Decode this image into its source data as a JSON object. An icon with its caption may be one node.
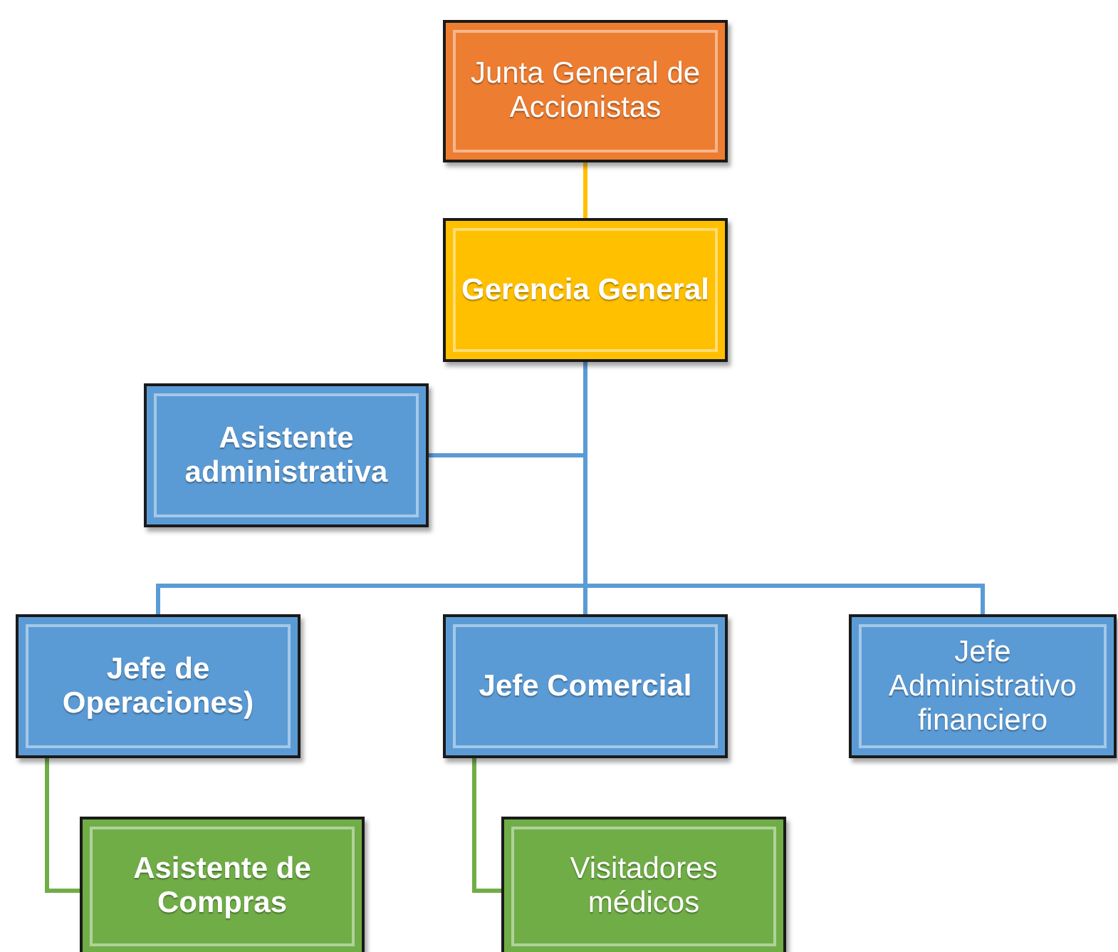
{
  "diagram": {
    "nodes": [
      {
        "text": [
          "Junta General de Accionistas"
        ]
      },
      {
        "text": [
          "Gerencia General"
        ]
      },
      {
        "text": [
          "Asistente administrativa"
        ]
      },
      {
        "text": [
          "Jefe de Operaciones)"
        ]
      },
      {
        "text": [
          "Jefe Comercial"
        ]
      },
      {
        "text": [
          "Jefe Administrativo financiero"
        ]
      },
      {
        "text": [
          "Asistente de Compras"
        ]
      },
      {
        "text": [
          "Visitadores médicos"
        ]
      }
    ],
    "edges": [
      {
        "from": 0,
        "to": 1,
        "arrow": "none",
        "color": "#ffc000"
      },
      {
        "from": 1,
        "to": 2,
        "arrow": "none"
      },
      {
        "from": 1,
        "to": 3,
        "arrow": "none"
      },
      {
        "from": 1,
        "to": 4,
        "arrow": "none"
      },
      {
        "from": 1,
        "to": 5,
        "arrow": "none"
      },
      {
        "from": 3,
        "to": 6,
        "arrow": "none",
        "color": "#70ad47"
      },
      {
        "from": 4,
        "to": 7,
        "arrow": "none",
        "color": "#70ad47"
      }
    ]
  }
}
